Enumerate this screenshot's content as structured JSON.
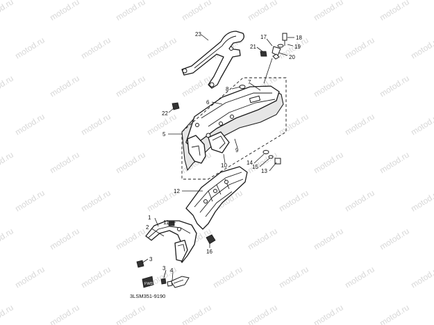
{
  "diagram": {
    "watermark_text": "motod.ru",
    "code": "3LSM351-9190",
    "callouts": [
      "1",
      "2",
      "3",
      "3",
      "4",
      "5",
      "6",
      "7",
      "8",
      "9",
      "10",
      "11",
      "12",
      "13",
      "14",
      "15",
      "16",
      "17",
      "18",
      "19",
      "20",
      "21",
      "22",
      "23"
    ],
    "hw_label": "FWD"
  }
}
